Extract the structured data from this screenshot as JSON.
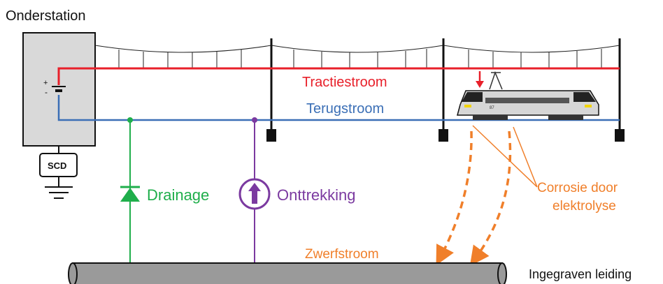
{
  "labels": {
    "substation": "Onderstation",
    "scd": "SCD",
    "traction_current": "Tractiestroom",
    "return_current": "Terugstroom",
    "drainage": "Drainage",
    "extraction": "Onttrekking",
    "corrosion_line1": "Corrosie door",
    "corrosion_line2": "elektrolyse",
    "stray_current": "Zwerfstroom",
    "buried_pipe": "Ingegraven leiding"
  },
  "locomotive_number": "87",
  "icons": {
    "battery": "battery-icon",
    "ground": "ground-icon",
    "diode": "diode-icon",
    "current_source": "current-source-icon",
    "locomotive": "locomotive-icon"
  },
  "colors": {
    "traction": "#e8202a",
    "return": "#3b6fb6",
    "drainage": "#1fae4b",
    "extraction": "#7b3aa0",
    "corrosion": "#f07f2a",
    "substation_fill": "#d9d9d9",
    "pipe_fill": "#9a9a9a"
  }
}
